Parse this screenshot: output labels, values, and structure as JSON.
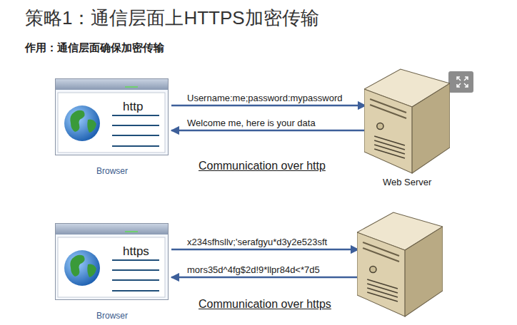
{
  "diagram": {
    "title": "策略1：通信层面上HTTPS加密传输",
    "nodes": [
      {
        "text": [
          "http",
          "Browser"
        ]
      },
      {
        "text": [
          "Web Server"
        ]
      },
      {
        "text": [
          "https",
          "Browser"
        ]
      },
      {
        "text": []
      }
    ],
    "edges": [
      {
        "from": 0,
        "to": 1,
        "arrow": "to",
        "label": "Username:me;password:mypassword"
      },
      {
        "from": 1,
        "to": 0,
        "arrow": "to",
        "label": "Welcome me, here is your data"
      },
      {
        "from": 2,
        "to": 3,
        "arrow": "to",
        "label": "x234sfhsllv;'serafgyu*d3y2e523sft"
      },
      {
        "from": 3,
        "to": 2,
        "arrow": "to",
        "label": "mors35d^4fg$2d!9*llpr84d<*7d5"
      }
    ],
    "labels": [
      "作用：通信层面确保加密传输",
      "Communication over http",
      "Communication over https"
    ]
  }
}
